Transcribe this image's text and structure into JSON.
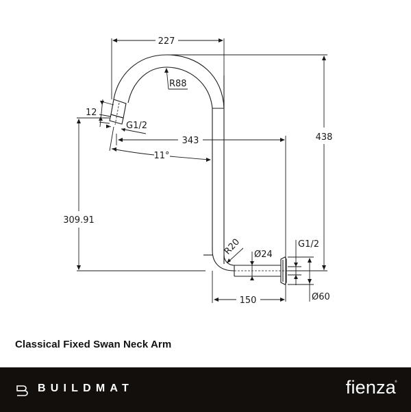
{
  "drawing": {
    "dimensions": {
      "top_width": "227",
      "bend_radius": "R88",
      "nozzle_length": "12",
      "outlet_thread": "G1/2",
      "reach": "343",
      "angle": "11°",
      "total_height": "438",
      "outlet_height": "309.91",
      "lower_bend_radius": "R20",
      "pipe_diameter": "Ø24",
      "inlet_thread": "G1/2",
      "flange_diameter": "Ø60",
      "wall_projection": "150"
    }
  },
  "product": {
    "title": "Classical Fixed Swan Neck Arm"
  },
  "footer": {
    "left_brand": "BUILDMAT",
    "right_brand": "fienza",
    "right_brand_mark": "®",
    "background_color": "#120f0d"
  }
}
